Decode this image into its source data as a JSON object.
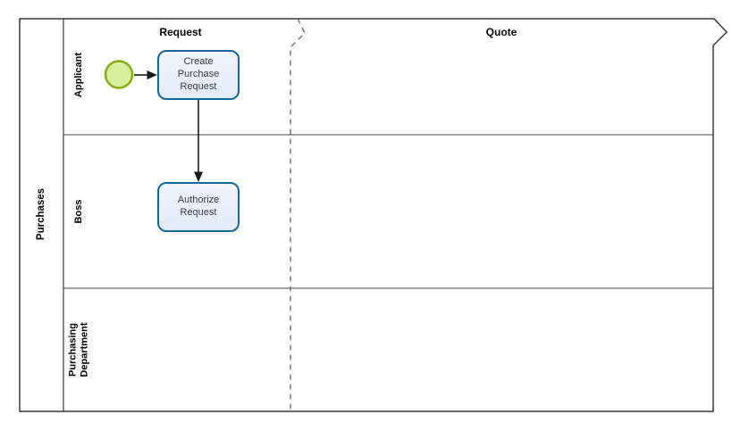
{
  "diagram": {
    "type": "bpmn-pool",
    "pool": {
      "label": "Purchases"
    },
    "lanes": [
      {
        "label": "Applicant"
      },
      {
        "label": "Boss"
      },
      {
        "label": "Purchasing Department"
      }
    ],
    "phases": [
      {
        "label": "Request"
      },
      {
        "label": "Quote"
      }
    ],
    "nodes": [
      {
        "id": "start",
        "type": "start-event",
        "lane": "Applicant",
        "phase": "Request"
      },
      {
        "id": "task1",
        "type": "task",
        "label": "Create Purchase Request",
        "lane": "Applicant",
        "phase": "Request"
      },
      {
        "id": "task2",
        "type": "task",
        "label": "Authorize Request",
        "lane": "Boss",
        "phase": "Request"
      }
    ],
    "flows": [
      {
        "from": "start",
        "to": "task1"
      },
      {
        "from": "task1",
        "to": "task2"
      }
    ],
    "colors": {
      "task_border": "#15689e",
      "task_fill": "#e7edfb",
      "task_text": "#3d4049",
      "event_border": "#86ae12",
      "event_fill": "#d7ee9c",
      "pool_border": "#3a3a3a",
      "lane_line": "#4a4a4a",
      "phase_divider": "#5a5a5a",
      "flow_line": "#1a1a1a",
      "label_text": "#000000",
      "background": "#ffffff"
    }
  }
}
